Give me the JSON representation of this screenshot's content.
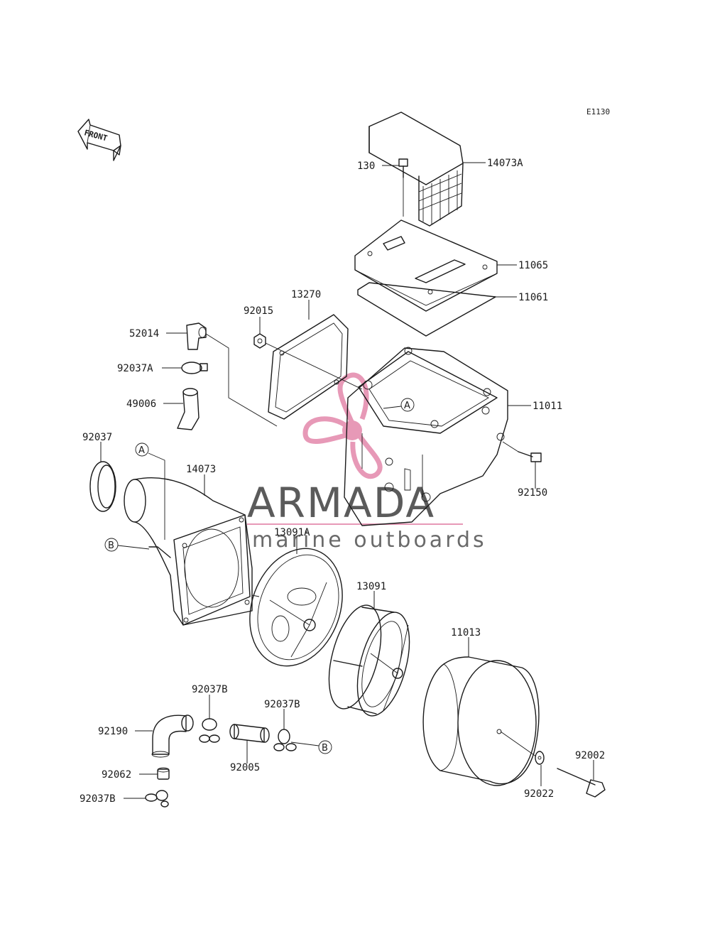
{
  "diagram_code": "E1130",
  "front_label": "FRONT",
  "callouts": {
    "a": "A",
    "b": "B"
  },
  "parts": {
    "p14073A": "14073A",
    "p130": "130",
    "p11065": "11065",
    "p11061": "11061",
    "p13270": "13270",
    "p92015": "92015",
    "p52014": "52014",
    "p92037A": "92037A",
    "p49006": "49006",
    "p11011": "11011",
    "p92037": "92037",
    "p14073": "14073",
    "p92150": "92150",
    "p13091A": "13091A",
    "p13091": "13091",
    "p11013": "11013",
    "p92037B_1": "92037B",
    "p92037B_2": "92037B",
    "p92190": "92190",
    "p92005": "92005",
    "p92062": "92062",
    "p92037B_3": "92037B",
    "p92002": "92002",
    "p92022": "92022"
  },
  "watermark": {
    "title": "ARMADA",
    "subtitle": "marine outboards",
    "accent_color": "#e58fb0"
  }
}
